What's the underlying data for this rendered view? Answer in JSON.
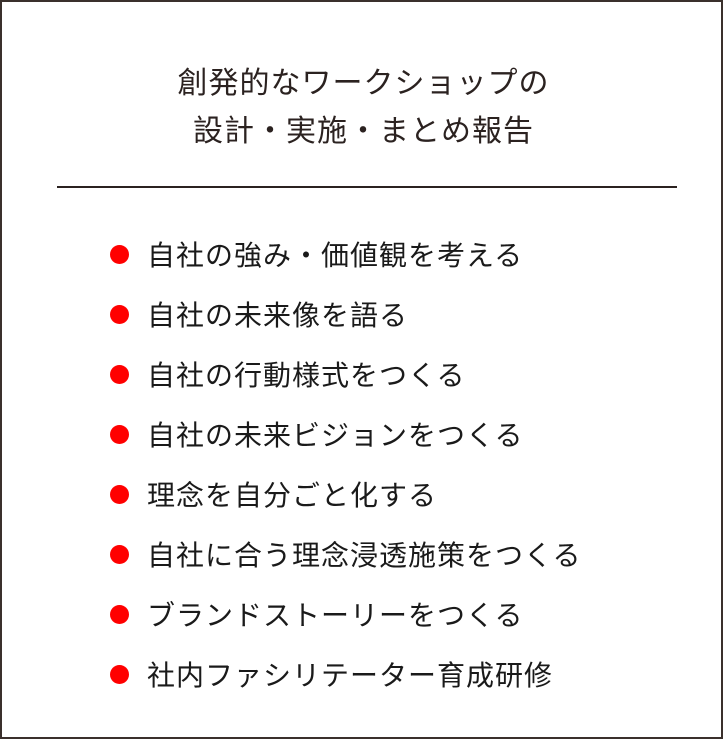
{
  "title": {
    "line1": "創発的なワークショップの",
    "line2": "設計・実施・まとめ報告"
  },
  "colors": {
    "border": "#3a302c",
    "bullet": "#ff0000",
    "text": "#1a1a1a"
  },
  "items": [
    {
      "label": "自社の強み・価値観を考える"
    },
    {
      "label": "自社の未来像を語る"
    },
    {
      "label": "自社の行動様式をつくる"
    },
    {
      "label": "自社の未来ビジョンをつくる"
    },
    {
      "label": "理念を自分ごと化する"
    },
    {
      "label": "自社に合う理念浸透施策をつくる"
    },
    {
      "label": "ブランドストーリーをつくる"
    },
    {
      "label": "社内ファシリテーター育成研修"
    }
  ]
}
